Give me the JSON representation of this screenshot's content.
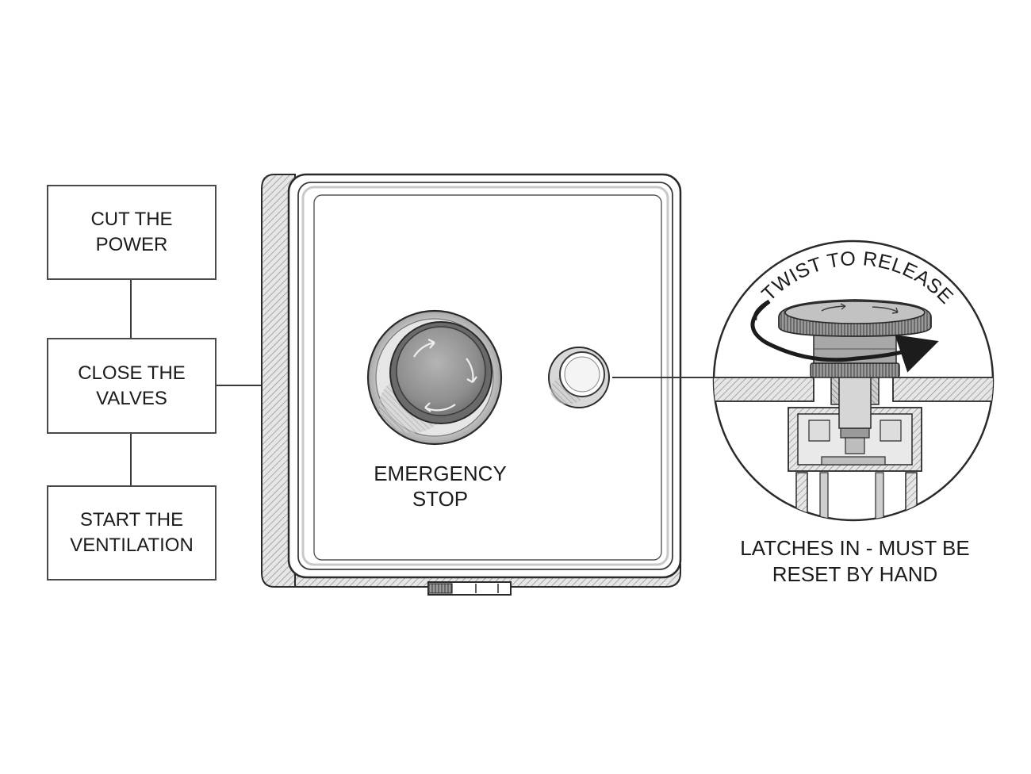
{
  "steps": [
    {
      "line1": "CUT THE",
      "line2": "POWER"
    },
    {
      "line1": "CLOSE THE",
      "line2": "VALVES"
    },
    {
      "line1": "START THE",
      "line2": "VENTILATION"
    }
  ],
  "button": {
    "line1": "EMERGENCY",
    "line2": "STOP"
  },
  "detail": {
    "arc_label": "TWIST TO RELEASE",
    "caption_line1": "LATCHES IN - MUST BE",
    "caption_line2": "RESET BY HAND"
  },
  "icons": [
    "rotation-arrows-icon",
    "twist-arrow-icon"
  ],
  "colors": {
    "line": "#2a2a2a",
    "metal": "#9a9a9a",
    "panel": "#ffffff",
    "hatch": "#8c8c8c"
  }
}
